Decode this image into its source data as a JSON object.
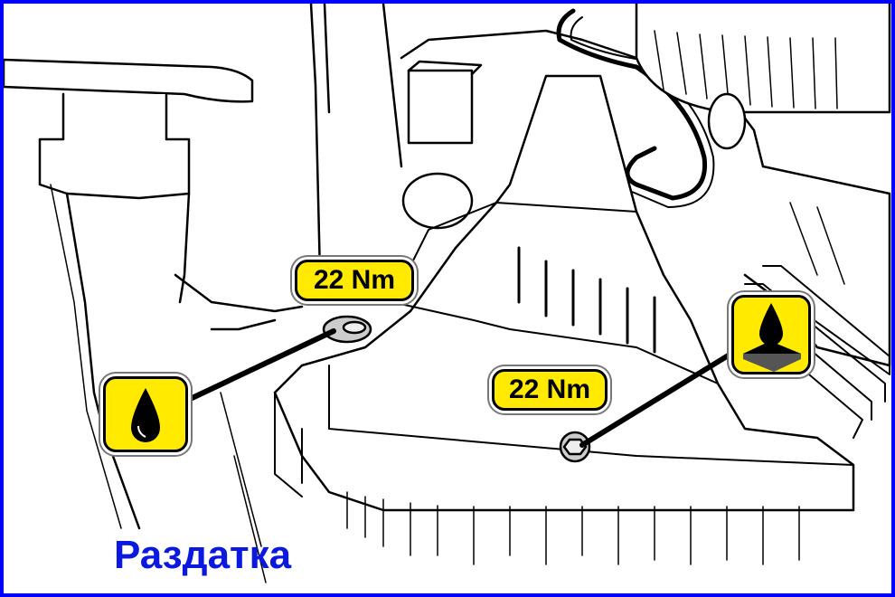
{
  "labels": {
    "torque_left": "22 Nm",
    "torque_right": "22 Nm",
    "caption": "Раздатка"
  },
  "icons": {
    "left": "oil-drop-icon",
    "right": "oil-drop-on-sealant-icon"
  },
  "colors": {
    "frame": "#0000ff",
    "label_fill": "#ffea00",
    "caption": "#0a18e0",
    "line_art": "#000000"
  }
}
